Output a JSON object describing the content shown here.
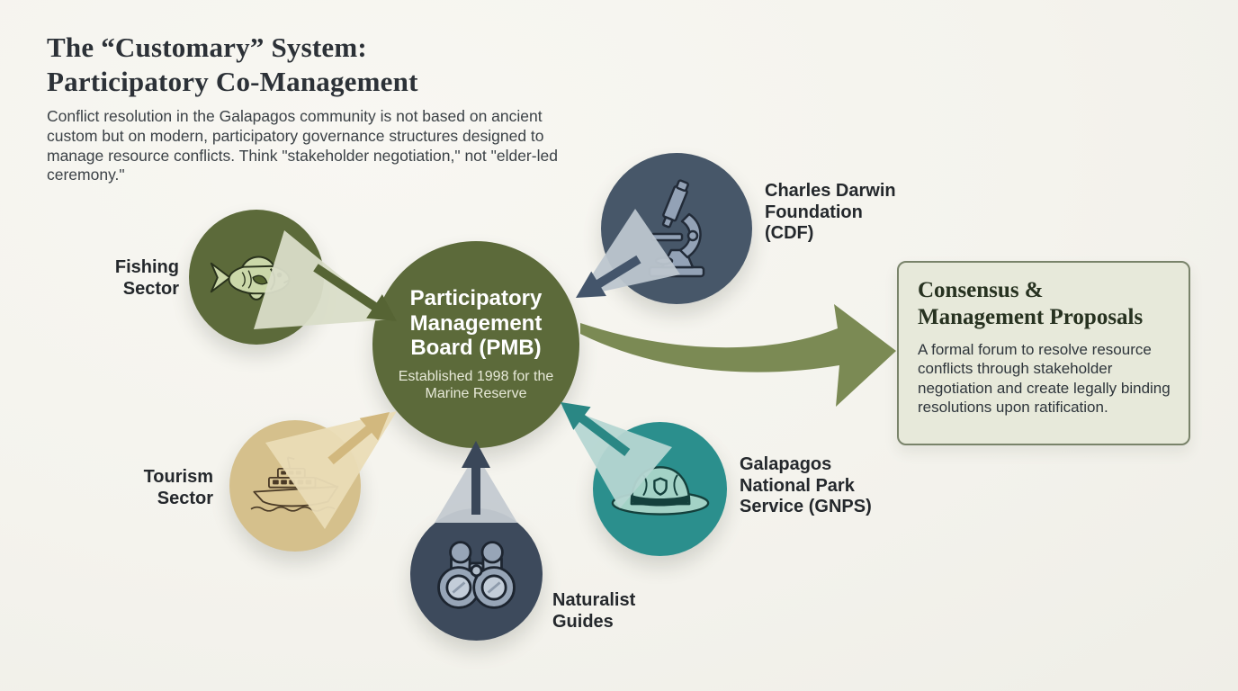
{
  "header": {
    "title_line1": "The “Customary” System:",
    "title_line2": "Participatory Co-Management",
    "subtitle": "Conflict resolution in the Galapagos community is not based on ancient custom but on modern, participatory governance structures designed to manage resource conflicts. Think \"stakeholder negotiation,\" not \"elder-led ceremony.\""
  },
  "pmb": {
    "title": "Participatory Management Board (PMB)",
    "note": "Established 1998 for the Marine Reserve"
  },
  "stakeholders": {
    "fishing": {
      "label": "Fishing Sector",
      "icon": "fish-icon",
      "color": "#5c6a3a"
    },
    "tourism": {
      "label": "Tourism Sector",
      "icon": "boat-icon",
      "color": "#d5c08c"
    },
    "guides": {
      "label": "Naturalist Guides",
      "icon": "binoculars-icon",
      "color": "#3d4a5c"
    },
    "gnps": {
      "label": "Galapagos National Park Service (GNPS)",
      "icon": "ranger-hat-icon",
      "color": "#2b8f8d"
    },
    "cdf": {
      "label": "Charles Darwin Foundation (CDF)",
      "icon": "microscope-icon",
      "color": "#475769"
    }
  },
  "outcome": {
    "title": "Consensus & Management Proposals",
    "body": "A formal forum to resolve resource conflicts through stakeholder negotiation and create legally binding resolutions upon ratification."
  },
  "colors": {
    "background": "#f5f4ef",
    "olive": "#5c6a3a",
    "tan": "#d5c08c",
    "slate": "#3d4a5c",
    "slate_blue": "#475769",
    "teal": "#2b8f8d",
    "swoosh_arrow": "#7b8a54",
    "outcome_box_bg": "#e7e9da",
    "outcome_box_border": "#79836a",
    "pmb_text": "#ffffff",
    "label_text": "#24282c"
  }
}
